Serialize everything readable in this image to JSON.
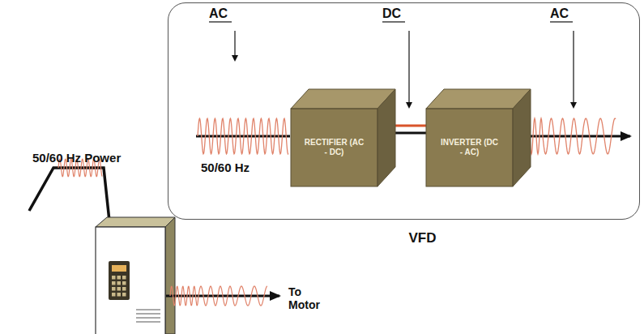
{
  "diagram": {
    "nodes": [
      {
        "text": [
          "VFD"
        ]
      },
      {
        "text": [
          "RECTIFIER (AC - DC)"
        ],
        "in": 0
      },
      {
        "text": [
          "INVERTER (DC - AC)"
        ],
        "in": 0
      }
    ],
    "edges": [
      {
        "from": 1,
        "to": 2,
        "arrow": "none"
      }
    ],
    "labels": [
      "AC",
      "DC",
      "AC",
      "50/60 Hz",
      "50/60 Hz Power",
      "To Motor"
    ]
  }
}
